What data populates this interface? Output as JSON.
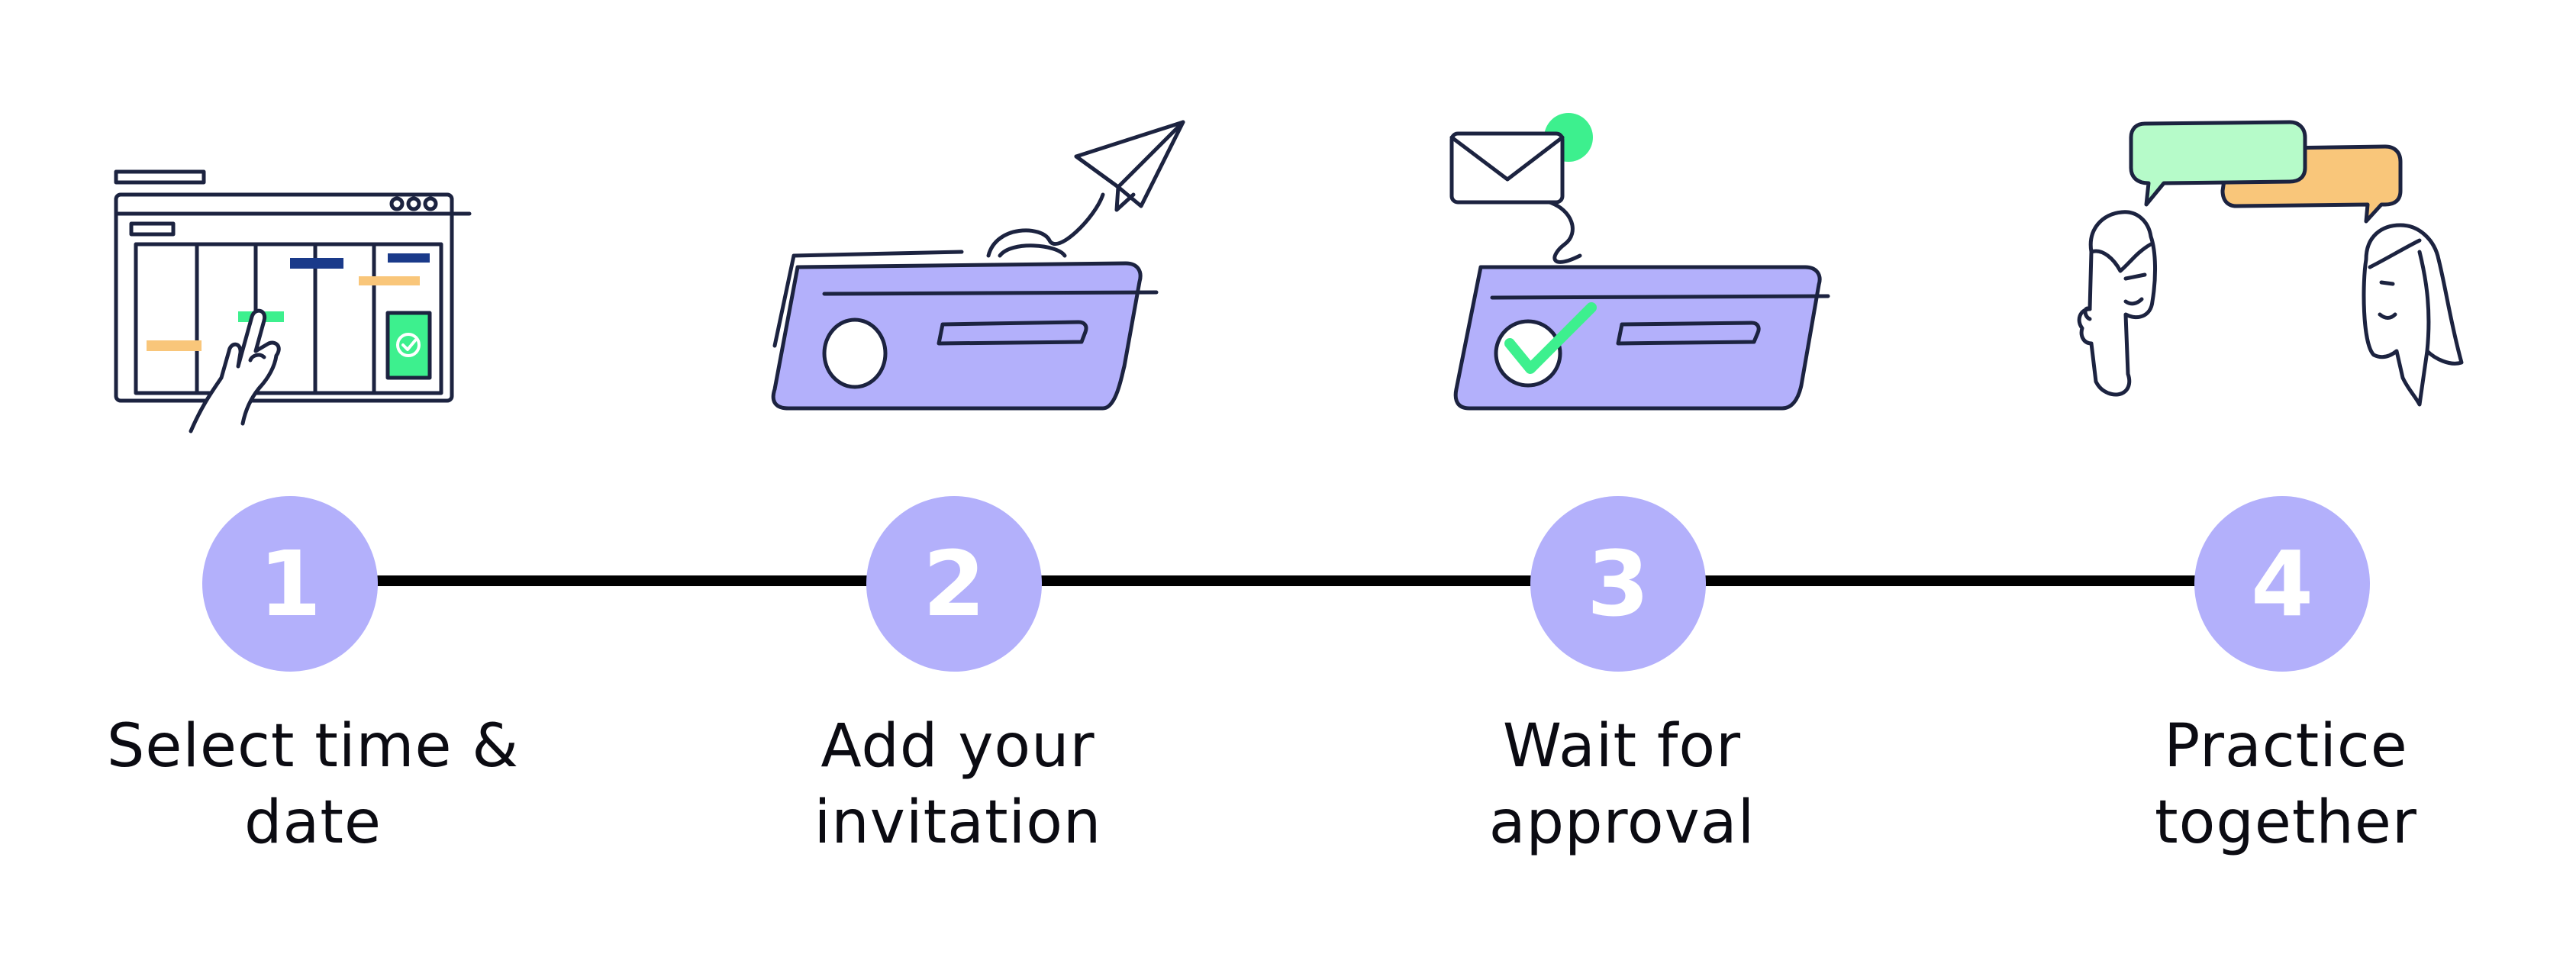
{
  "steps": [
    {
      "number": "1",
      "label_line1": "Select time &",
      "label_line2": "date",
      "icon": "calendar-icon"
    },
    {
      "number": "2",
      "label_line1": "Add your",
      "label_line2": "invitation",
      "icon": "send-invitation-icon"
    },
    {
      "number": "3",
      "label_line1": "Wait for",
      "label_line2": "approval",
      "icon": "approval-icon"
    },
    {
      "number": "4",
      "label_line1": "Practice",
      "label_line2": "together",
      "icon": "conversation-icon"
    }
  ],
  "colors": {
    "circle": "#b3b0fb",
    "card": "#b3b0fb",
    "outline": "#1c2340",
    "green": "#3df08e",
    "green_light": "#b6fbc9",
    "orange": "#f9c67a",
    "navy": "#1a3a8a",
    "connector": "#000000"
  }
}
